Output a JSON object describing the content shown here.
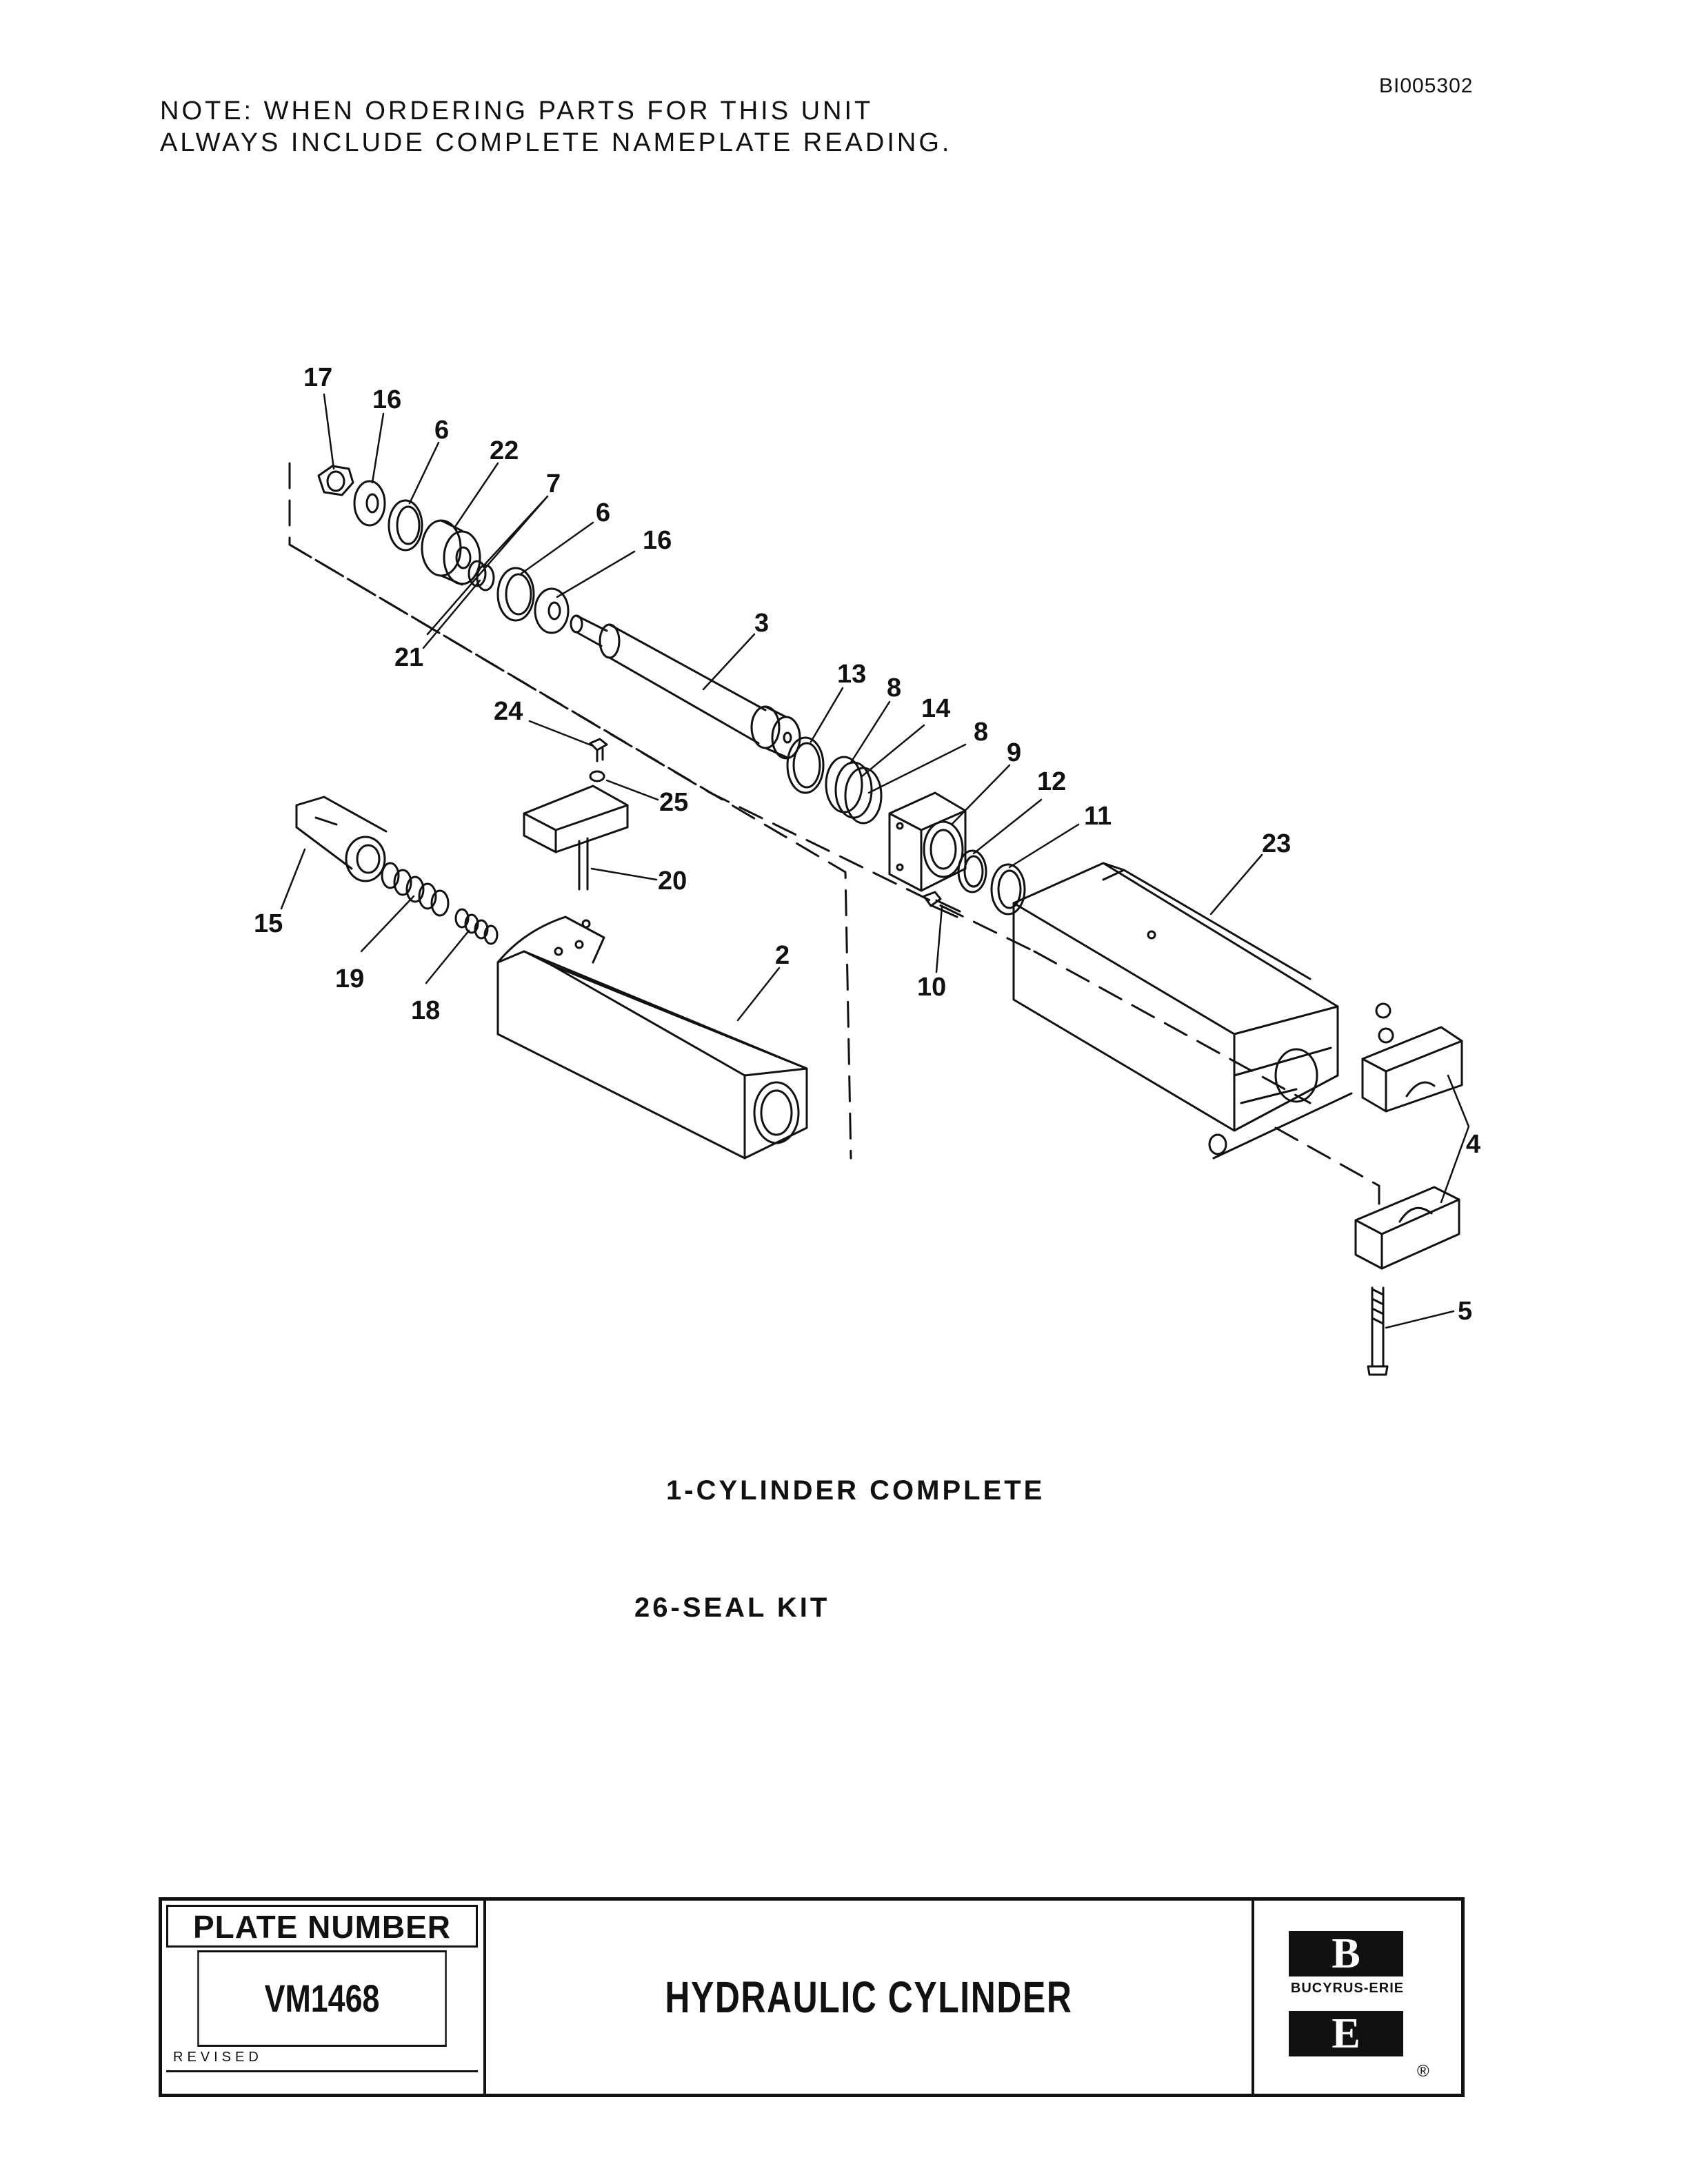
{
  "document_id": "BI005302",
  "note": {
    "line1": "NOTE:  WHEN ORDERING PARTS FOR THIS UNIT",
    "line2": "ALWAYS INCLUDE COMPLETE NAMEPLATE READING."
  },
  "callouts": {
    "c17": "17",
    "c16a": "16",
    "c6a": "6",
    "c22": "22",
    "c7": "7",
    "c6b": "6",
    "c16b": "16",
    "c21": "21",
    "c3": "3",
    "c13": "13",
    "c8a": "8",
    "c14": "14",
    "c8b": "8",
    "c9": "9",
    "c12": "12",
    "c11": "11",
    "c23": "23",
    "c24": "24",
    "c25": "25",
    "c20": "20",
    "c15": "15",
    "c19": "19",
    "c18": "18",
    "c2": "2",
    "c10": "10",
    "c4": "4",
    "c5": "5"
  },
  "captions": {
    "cylinder_complete": "1-CYLINDER COMPLETE",
    "seal_kit": "26-SEAL KIT"
  },
  "title_block": {
    "plate_number_label": "PLATE NUMBER",
    "plate_number": "VM1468",
    "revised_label": "REVISED",
    "title": "HYDRAULIC CYLINDER",
    "logo_top": "B",
    "logo_text": "BUCYRUS-ERIE",
    "logo_bottom": "E",
    "registered_mark": "®"
  }
}
